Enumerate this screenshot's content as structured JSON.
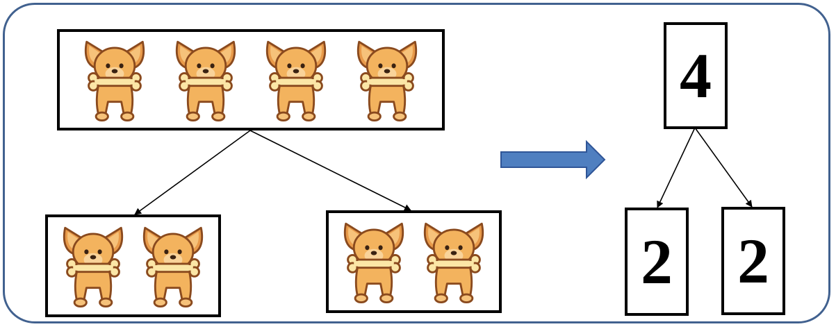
{
  "diagram": {
    "parent_dogs": 4,
    "left_child_dogs": 2,
    "right_child_dogs": 2,
    "dog_icon": "puppy-with-bone",
    "arrow_icon": "right-arrow",
    "number_bond": {
      "whole": "4",
      "part_left": "2",
      "part_right": "2"
    },
    "colors": {
      "frame_border": "#41618f",
      "arrow_fill": "#4f7fc0",
      "arrow_stroke": "#2f5597",
      "dog_fur": "#f3b35e",
      "bone": "#fbe6a6"
    }
  }
}
